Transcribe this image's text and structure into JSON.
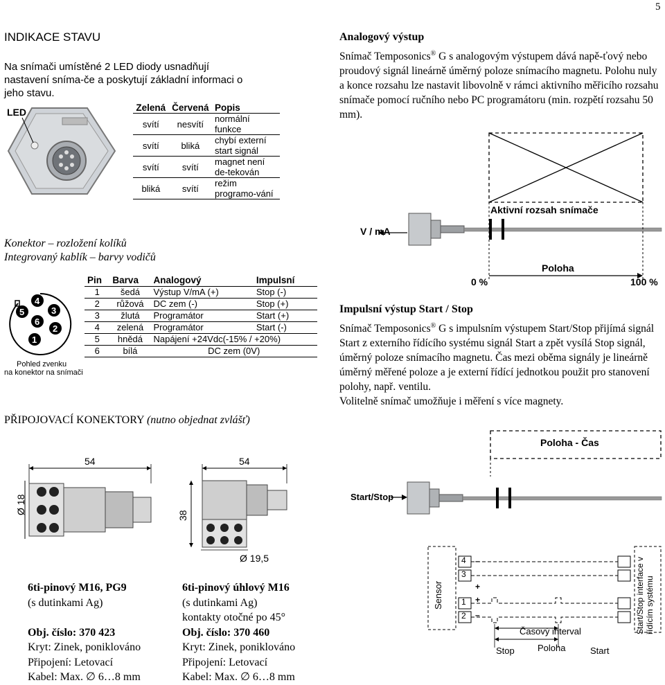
{
  "page_number": "5",
  "indikace": {
    "title": "INDIKACE STAVU",
    "text": "Na snímači umístěné 2 LED diody usnadňují nastavení sníma-če a poskytují základní informaci o jeho stavu.",
    "led_label": "LED",
    "table": {
      "headers": [
        "Zelená",
        "Červená",
        "Popis"
      ],
      "rows": [
        [
          "svítí",
          "nesvítí",
          "normální funkce"
        ],
        [
          "svítí",
          "bliká",
          "chybí externí start signál"
        ],
        [
          "svítí",
          "svítí",
          "magnet není de-tekován"
        ],
        [
          "bliká",
          "svítí",
          "režim programo-vání"
        ]
      ]
    }
  },
  "analog": {
    "title": "Analogový výstup",
    "text_a": "Snímač Temposonics",
    "reg": "®",
    "text_b": " G s analogovým výstupem dává napě-ťový nebo proudový signál lineárně úměrný poloze snímacího magnetu. Polohu nuly a konce rozsahu lze nastavit libovolně v rámci aktivního měřicího rozsahu snímače pomocí ručního nebo PC programátoru (min. rozpětí rozsahu 50 mm).",
    "diagram": {
      "axis_label": "V / mA",
      "range_label": "Aktivní rozsah snímače",
      "position_label": "Poloha",
      "pct0": "0 %",
      "pct100": "100 %"
    }
  },
  "connector": {
    "title1": "Konektor – rozložení kolíků",
    "title2": "Integrovaný kablík – barvy vodičů",
    "pins": [
      "1",
      "2",
      "3",
      "4",
      "5",
      "6"
    ],
    "view_note1": "Pohled zvenku",
    "view_note2": "na konektor na snímači",
    "table": {
      "headers": [
        "Pin",
        "Barva",
        "Analogový",
        "Impulsní"
      ],
      "rows": [
        [
          "1",
          "šedá",
          "Výstup V/mA (+)",
          "Stop (-)"
        ],
        [
          "2",
          "růžová",
          "DC zem (-)",
          "Stop (+)"
        ],
        [
          "3",
          "žlutá",
          "Programátor",
          "Start (+)"
        ],
        [
          "4",
          "zelená",
          "Programátor",
          "Start (-)"
        ],
        [
          "5",
          "hnědá",
          "Napájení +24Vdc(-15% / +20%)",
          ""
        ],
        [
          "6",
          "bílá",
          "DC zem (0V)",
          ""
        ]
      ]
    }
  },
  "pulse": {
    "title": "Impulsní výstup Start / Stop",
    "text_a": "Snímač Temposonics",
    "reg": "®",
    "text_b": " G s  impulsním výstupem Start/Stop přijímá signál Start z externího řídícího systému signál Start a zpět vysílá Stop signál, úměrný poloze snímacího magnetu. Čas mezi oběma signály je lineárně úměrný měřené poloze a je externí řídící jednotkou použit pro stanovení polohy, např. ventilu.",
    "text_c": "Volitelně snímač umožňuje i měření s více magnety.",
    "diagram": {
      "top_label": "Poloha - Čas",
      "side_label": "Start/Stop",
      "sensor": "Sensor",
      "interface": "Start/Stop interface v řídícím systému",
      "pins": [
        "4",
        "3",
        "1",
        "2"
      ],
      "signs": [
        "–",
        "+",
        "+",
        "–"
      ],
      "interval": "Časový interval",
      "stop": "Stop",
      "position": "Poloha",
      "start": "Start"
    }
  },
  "konektory": {
    "title": "PŘIPOJOVACÍ KONEKTORY",
    "note": "(nutno objednat zvlášť)",
    "dims": {
      "len1": "54",
      "dia1": "Ø 18",
      "len2": "54",
      "h2": "38",
      "dia2": "Ø 19,5"
    },
    "items": [
      {
        "name": "6ti-pinový M16, PG9",
        "l1": "(s dutinkami Ag)",
        "l2": "",
        "obj": "Obj. číslo: 370 423",
        "kryt": "Kryt: Zinek, poniklováno",
        "pripojeni": "Připojení: Letovací",
        "kabel": "Kabel: Max. ∅ 6…8 mm"
      },
      {
        "name": "6ti-pinový úhlový M16",
        "l1": "(s dutinkami Ag)",
        "l2": "kontakty otočné po 45°",
        "obj": "Obj. číslo: 370 460",
        "kryt": "Kryt: Zinek, poniklováno",
        "pripojeni": "Připojení: Letovací",
        "kabel": "Kabel: Max. ∅ 6…8 mm"
      }
    ]
  }
}
